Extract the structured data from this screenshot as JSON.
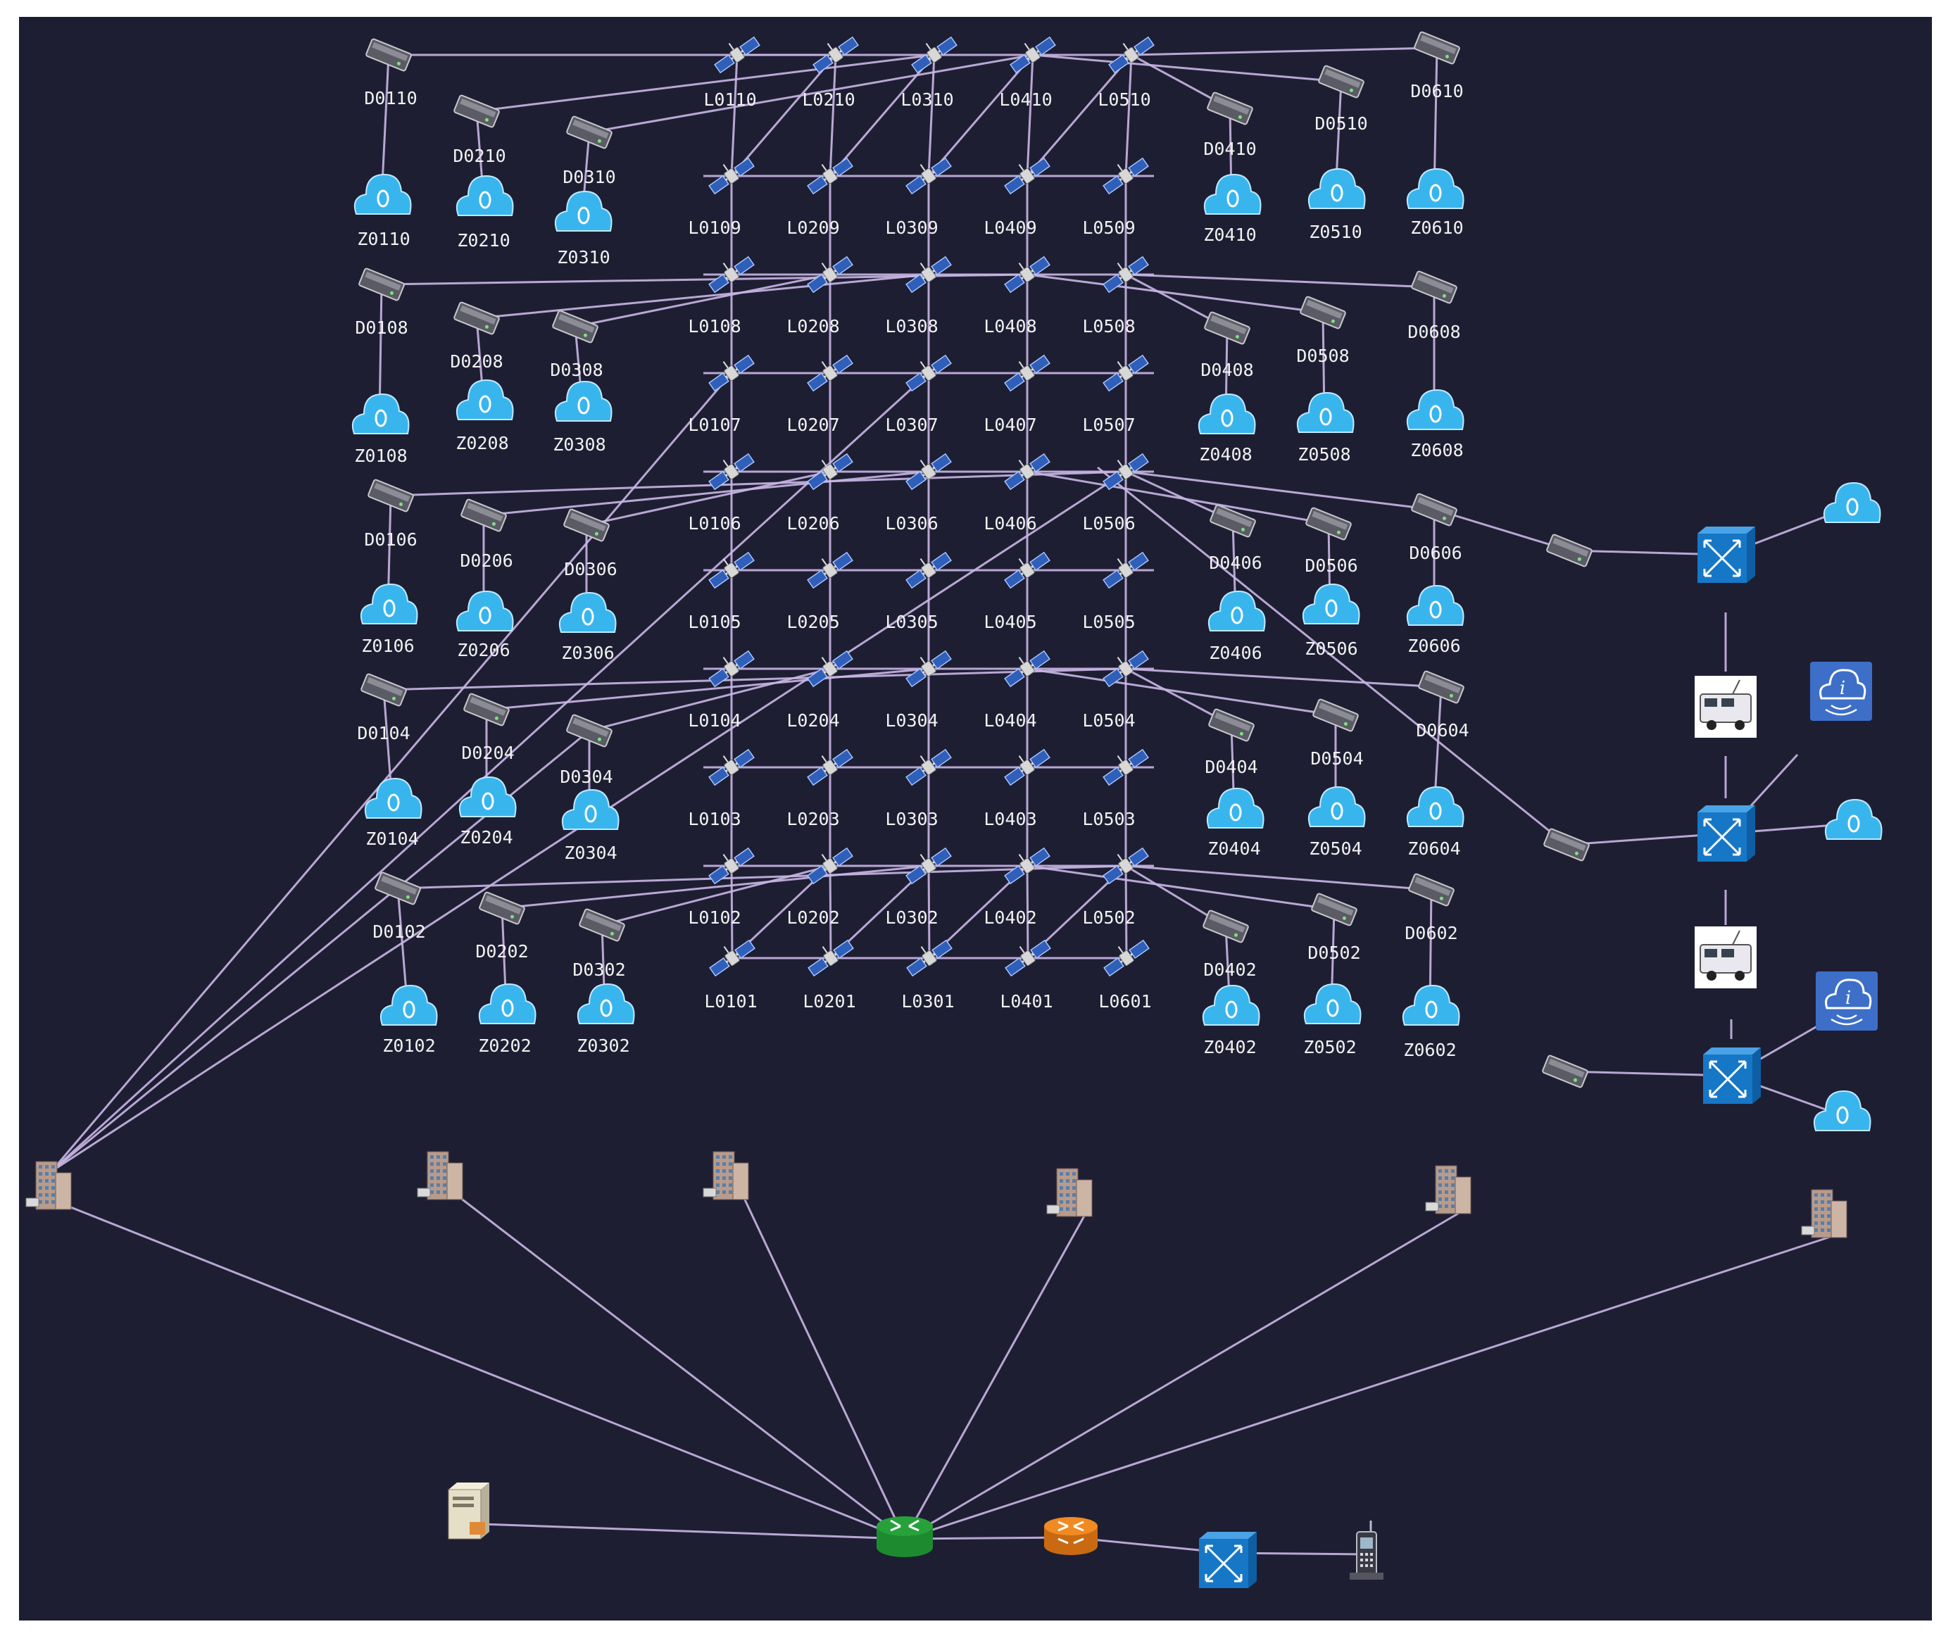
{
  "colors": {
    "background": "#1e1e33",
    "link": "#c9b6e4",
    "label": "#f2f2f2",
    "cloud": "#39b5ee",
    "switch": "#1677c7",
    "core_router": "#27a23a",
    "edge_router": "#f08a22"
  },
  "icons": {
    "satellite": "satellite-icon",
    "ground_device": "ground-terminal-icon",
    "cloud": "cloud-service-icon",
    "building": "building-icon",
    "switch": "network-switch-icon",
    "vehicle": "vehicle-icon",
    "info_cloud": "info-cloud-icon",
    "core_router": "core-router-icon",
    "edge_router": "edge-router-icon",
    "server": "server-icon",
    "phone": "phone-icon"
  },
  "satellites": {
    "top_row": [
      "L0110",
      "L0210",
      "L0310",
      "L0410",
      "L0510"
    ],
    "grid_rows": [
      [
        "L0109",
        "L0209",
        "L0309",
        "L0409",
        "L0509"
      ],
      [
        "L0108",
        "L0208",
        "L0308",
        "L0408",
        "L0508"
      ],
      [
        "L0107",
        "L0207",
        "L0307",
        "L0407",
        "L0507"
      ],
      [
        "L0106",
        "L0206",
        "L0306",
        "L0406",
        "L0506"
      ],
      [
        "L0105",
        "L0205",
        "L0305",
        "L0405",
        "L0505"
      ],
      [
        "L0104",
        "L0204",
        "L0304",
        "L0404",
        "L0504"
      ],
      [
        "L0103",
        "L0203",
        "L0303",
        "L0403",
        "L0503"
      ],
      [
        "L0102",
        "L0202",
        "L0302",
        "L0402",
        "L0502"
      ]
    ],
    "bottom_row": [
      "L0101",
      "L0201",
      "L0301",
      "L0401",
      "L0601"
    ]
  },
  "left_groups": [
    {
      "devices": [
        "D0110",
        "D0210",
        "D0310"
      ],
      "clouds": [
        "Z0110",
        "Z0210",
        "Z0310"
      ]
    },
    {
      "devices": [
        "D0108",
        "D0208",
        "D0308"
      ],
      "clouds": [
        "Z0108",
        "Z0208",
        "Z0308"
      ]
    },
    {
      "devices": [
        "D0106",
        "D0206",
        "D0306"
      ],
      "clouds": [
        "Z0106",
        "Z0206",
        "Z0306"
      ]
    },
    {
      "devices": [
        "D0104",
        "D0204",
        "D0304"
      ],
      "clouds": [
        "Z0104",
        "Z0204",
        "Z0304"
      ]
    },
    {
      "devices": [
        "D0102",
        "D0202",
        "D0302"
      ],
      "clouds": [
        "Z0102",
        "Z0202",
        "Z0302"
      ]
    }
  ],
  "right_groups": [
    {
      "devices": [
        "D0410",
        "D0510",
        "D0610"
      ],
      "clouds": [
        "Z0410",
        "Z0510",
        "Z0610"
      ]
    },
    {
      "devices": [
        "D0408",
        "D0508",
        "D0608"
      ],
      "clouds": [
        "Z0408",
        "Z0508",
        "Z0608"
      ]
    },
    {
      "devices": [
        "D0406",
        "D0506",
        "D0606"
      ],
      "clouds": [
        "Z0406",
        "Z0506",
        "Z0606"
      ]
    },
    {
      "devices": [
        "D0404",
        "D0504",
        "D0604"
      ],
      "clouds": [
        "Z0404",
        "Z0504",
        "Z0604"
      ]
    },
    {
      "devices": [
        "D0402",
        "D0502",
        "D0602"
      ],
      "clouds": [
        "Z0402",
        "Z0502",
        "Z0602"
      ]
    }
  ]
}
